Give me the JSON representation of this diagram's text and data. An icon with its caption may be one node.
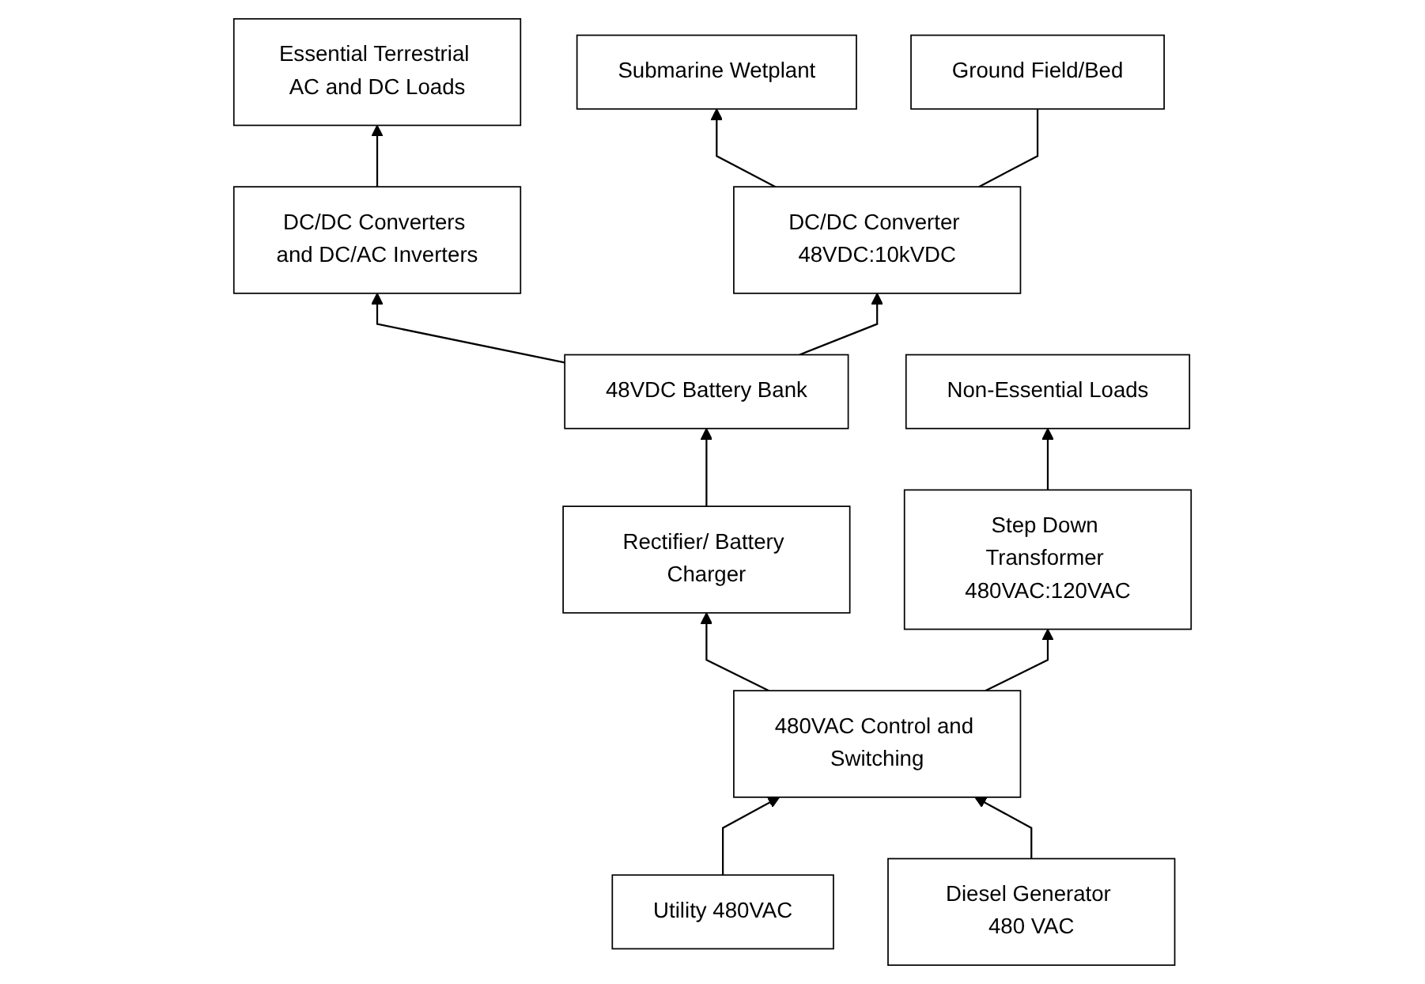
{
  "diagram": {
    "nodes": [
      {
        "text": [
          "DC/DC Converters and DC/AC Inverters"
        ]
      },
      {
        "text": [
          "Essential Terrestrial AC and DC Loads"
        ]
      },
      {
        "text": [
          "48VDC Battery Bank"
        ]
      },
      {
        "text": [
          "DC/DC Converter 48VDC:10kVDC"
        ]
      },
      {
        "text": [
          "Submarine Wetplant"
        ]
      },
      {
        "text": [
          "Utility 480VAC"
        ]
      },
      {
        "text": [
          "Rectifier/ Battery Charger"
        ]
      },
      {
        "text": [
          "Ground Field/Bed"
        ]
      },
      {
        "text": [
          "Diesel Generator 480 VAC"
        ]
      },
      {
        "text": [
          "480VAC Control and Switching"
        ]
      },
      {
        "text": [
          "Step Down Transformer 480VAC:120VAC"
        ]
      },
      {
        "text": [
          "Non-Essential Loads"
        ]
      }
    ],
    "edges": [
      {
        "from": 0,
        "to": 1,
        "arrow": "to"
      },
      {
        "from": 2,
        "to": 0,
        "arrow": "to"
      },
      {
        "from": 2,
        "to": 3,
        "arrow": "to"
      },
      {
        "from": 3,
        "to": 4,
        "arrow": "to"
      },
      {
        "from": 3,
        "to": 7,
        "arrow": "none"
      },
      {
        "from": 6,
        "to": 2,
        "arrow": "to"
      },
      {
        "from": 9,
        "to": 6,
        "arrow": "to"
      },
      {
        "from": 5,
        "to": 9,
        "arrow": "to"
      },
      {
        "from": 8,
        "to": 9,
        "arrow": "to"
      },
      {
        "from": 9,
        "to": 10,
        "arrow": "to"
      },
      {
        "from": 10,
        "to": 11,
        "arrow": "to"
      }
    ]
  }
}
